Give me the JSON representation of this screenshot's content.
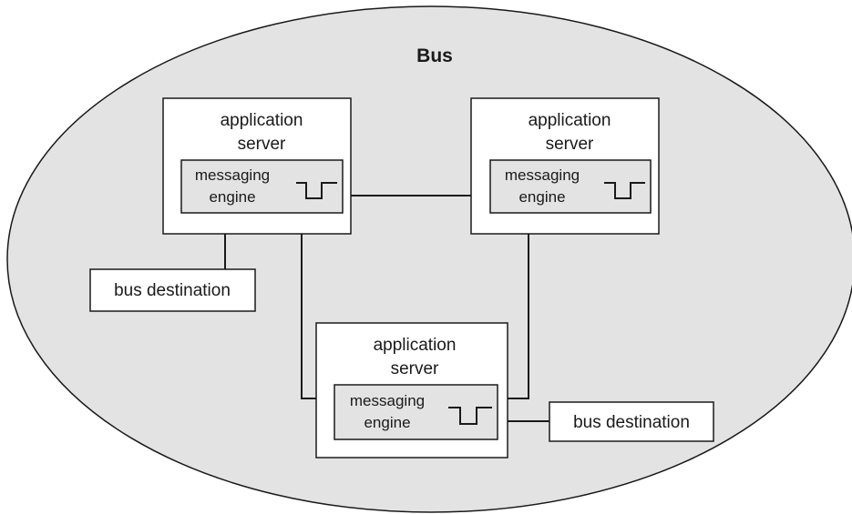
{
  "colors": {
    "bus_fill": "#e3e3e3",
    "box_fill": "#ffffff",
    "engine_fill": "#e3e3e3",
    "stroke": "#1a1a1a"
  },
  "bus": {
    "label": "Bus"
  },
  "servers": [
    {
      "line1": "application",
      "line2": "server",
      "engine_line1": "messaging",
      "engine_line2": "engine",
      "queue_icon": "queue-icon"
    },
    {
      "line1": "application",
      "line2": "server",
      "engine_line1": "messaging",
      "engine_line2": "engine",
      "queue_icon": "queue-icon"
    },
    {
      "line1": "application",
      "line2": "server",
      "engine_line1": "messaging",
      "engine_line2": "engine",
      "queue_icon": "queue-icon"
    }
  ],
  "destinations": [
    {
      "label": "bus destination"
    },
    {
      "label": "bus destination"
    }
  ]
}
